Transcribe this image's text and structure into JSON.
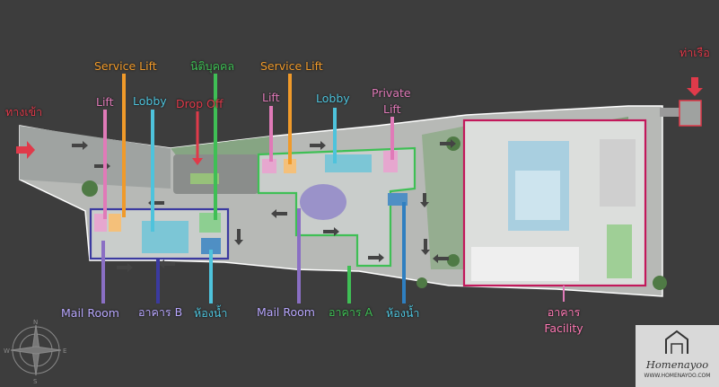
{
  "labels": {
    "entrance": "ทางเข้า",
    "pier": "ท่าเรือ",
    "service_lift_b": "Service Lift",
    "lift_b": "Lift",
    "lobby_b": "Lobby",
    "drop_off": "Drop Off",
    "juristic": "นิติบุคคล",
    "service_lift_a": "Service Lift",
    "lift_a": "Lift",
    "lobby_a": "Lobby",
    "private_lift_1": "Private",
    "private_lift_2": "Lift",
    "mail_room_b": "Mail Room",
    "building_b": "อาคาร B",
    "toilet_b": "ห้องน้ำ",
    "mail_room_a": "Mail Room",
    "building_a": "อาคาร A",
    "toilet_a": "ห้องน้ำ",
    "facility_1": "อาคาร",
    "facility_2": "Facility"
  },
  "watermark": {
    "name": "Homenayoo",
    "url": "WWW.HOMENAYOO.COM"
  },
  "compass": {
    "north": "N",
    "south": "S",
    "east": "E",
    "west": "W"
  },
  "colors": {
    "background": "#3d3d3d",
    "red": "#e03a4a",
    "orange": "#f09a2a",
    "pink": "#e07ab8",
    "cyan": "#4ec3dc",
    "green": "#3fbf55",
    "purple": "#8a6fc4",
    "indigo": "#3b3aa0",
    "magenta": "#c2185b",
    "label_building": "#b9a8ff",
    "label_facility": "#ff7ab5"
  }
}
